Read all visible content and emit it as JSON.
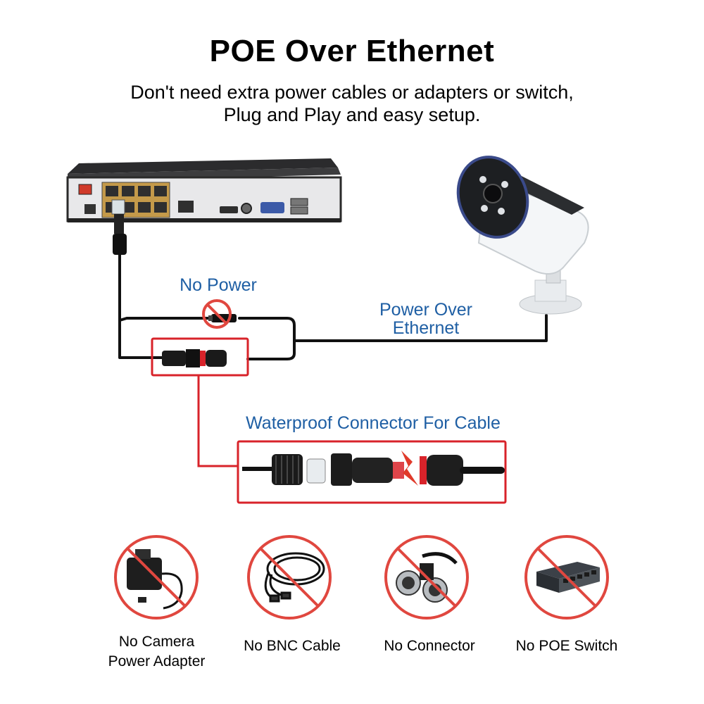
{
  "header": {
    "title": "POE Over Ethernet",
    "subtitle_line1": "Don't need extra power cables or adapters or switch,",
    "subtitle_line2": "Plug and Play and easy setup."
  },
  "diagram": {
    "no_power_label": "No Power",
    "poe_label_line1": "Power Over",
    "poe_label_line2": "Ethernet",
    "waterproof_label": "Waterproof Connector For Cable"
  },
  "not_needed": [
    {
      "label_line1": "No Camera",
      "label_line2": "Power Adapter",
      "icon": "power-adapter-icon"
    },
    {
      "label_line1": "No BNC Cable",
      "icon": "bnc-cable-icon"
    },
    {
      "label_line1": "No Connector",
      "icon": "connector-icon"
    },
    {
      "label_line1": "No POE Switch",
      "icon": "poe-switch-icon"
    }
  ],
  "colors": {
    "accent_red": "#d8232a",
    "label_blue": "#1f5fa4",
    "cable_black": "#111111"
  }
}
